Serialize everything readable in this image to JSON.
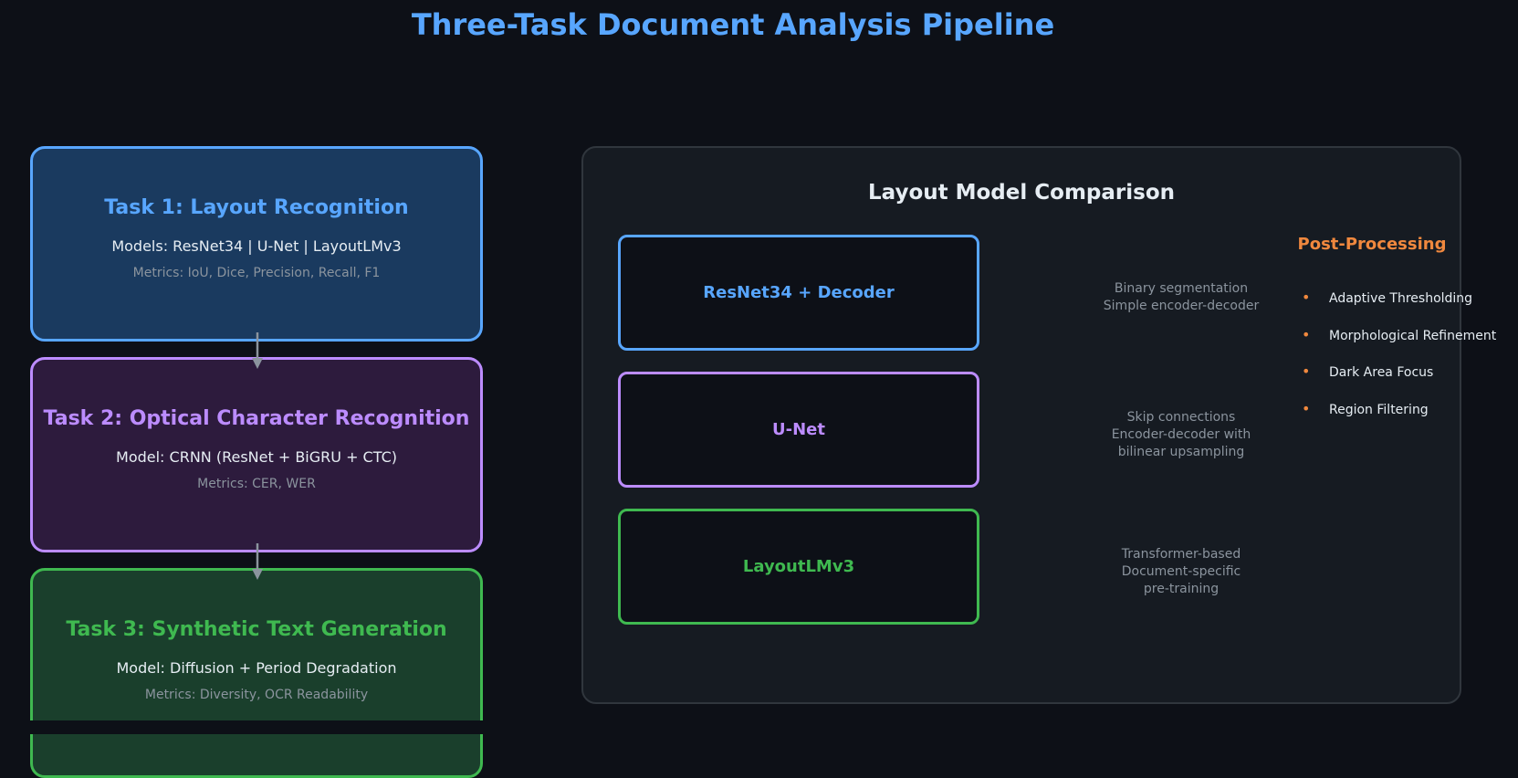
{
  "title": "Three-Task Document Analysis Pipeline",
  "tasks": [
    {
      "title": "Task 1: Layout Recognition",
      "model": "Models: ResNet34 | U-Net | LayoutLMv3",
      "metrics": "Metrics: IoU, Dice, Precision, Recall, F1",
      "accent": "#58a6ff",
      "fill": "#1a3a5f"
    },
    {
      "title": "Task 2: Optical Character Recognition",
      "model": "Model: CRNN (ResNet + BiGRU + CTC)",
      "metrics": "Metrics: CER, WER",
      "accent": "#bc8cff",
      "fill": "#2d1b3d"
    },
    {
      "title": "Task 3: Synthetic Text Generation",
      "model": "Model: Diffusion + Period Degradation",
      "metrics": "Metrics: Diversity, OCR Readability",
      "accent": "#3fb950",
      "fill": "#1a3f2c"
    }
  ],
  "comparison": {
    "title": "Layout Model Comparison",
    "models": [
      {
        "name": "ResNet34 + Decoder",
        "description": [
          "Binary segmentation",
          "Simple encoder-decoder"
        ]
      },
      {
        "name": "U-Net",
        "description": [
          "Skip connections",
          "Encoder-decoder with",
          "bilinear upsampling"
        ]
      },
      {
        "name": "LayoutLMv3",
        "description": [
          "Transformer-based",
          "Document-specific",
          "pre-training"
        ]
      }
    ],
    "post_processing": {
      "title": "Post-Processing",
      "bullet": "•",
      "items": [
        "Adaptive Thresholding",
        "Morphological Refinement",
        "Dark Area Focus",
        "Region Filtering"
      ],
      "accent": "#f0883e"
    }
  }
}
